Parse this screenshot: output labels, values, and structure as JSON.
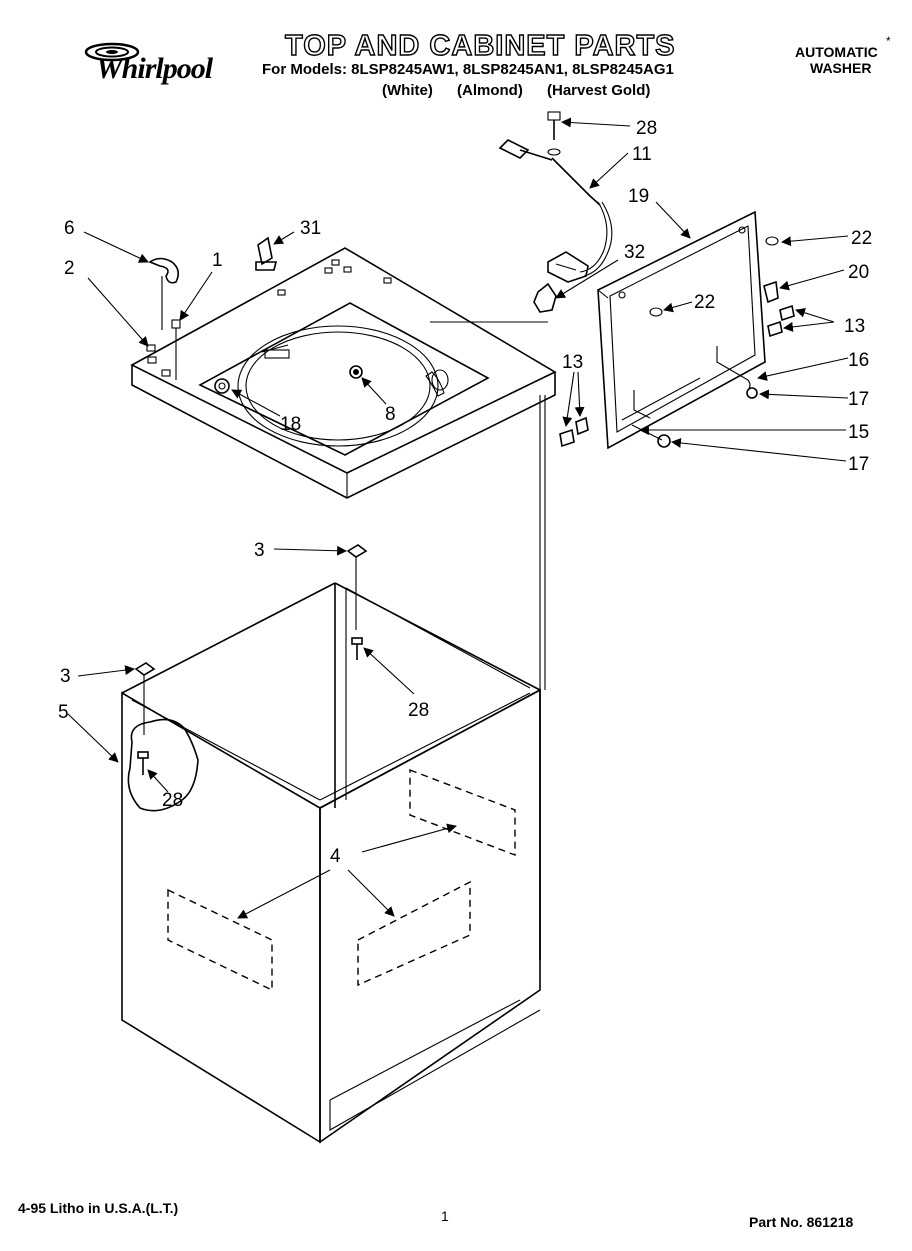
{
  "header": {
    "brand": "Whirlpool",
    "title": "TOP AND CABINET PARTS",
    "models_line": "For Models: 8LSP8245AW1, 8LSP8245AN1, 8LSP8245AG1",
    "colors": [
      "(White)",
      "(Almond)",
      "(Harvest Gold)"
    ],
    "product_line1": "AUTOMATIC",
    "product_line2": "WASHER",
    "footnote_mark": "*"
  },
  "footer": {
    "litho": "4-95 Litho in U.S.A.(L.T.)",
    "page": "1",
    "part_no": "Part No. 861218"
  },
  "callouts": {
    "c28a": "28",
    "c11": "11",
    "c19": "19",
    "c22a": "22",
    "c20": "20",
    "c22b": "22",
    "c13a": "13",
    "c16": "16",
    "c17a": "17",
    "c13b": "13",
    "c15": "15",
    "c17b": "17",
    "c6": "6",
    "c31": "31",
    "c2": "2",
    "c1": "1",
    "c32": "32",
    "c18": "18",
    "c8": "8",
    "c3a": "3",
    "c28b": "28",
    "c3b": "3",
    "c5": "5",
    "c28c": "28",
    "c4": "4"
  }
}
